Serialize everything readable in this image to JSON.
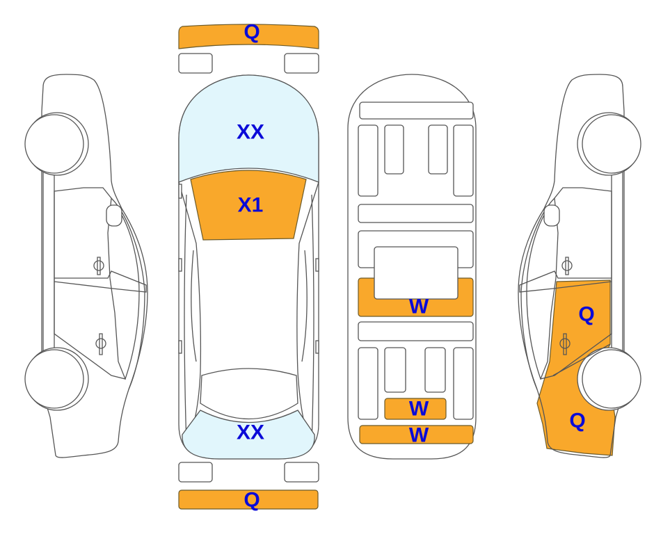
{
  "colors": {
    "damage": "#f9a82b",
    "glass": "#e1f6fc",
    "label": "#0a0ad8",
    "outline": "#555555"
  },
  "labels": {
    "front_bumper": "Q",
    "front_glass": "XX",
    "windshield": "X1",
    "rear_glass": "XX",
    "rear_bumper": "Q",
    "underbody_center": "W",
    "underbody_rear_small": "W",
    "underbody_rear": "W",
    "right_door": "Q",
    "right_rear_quarter": "Q"
  }
}
